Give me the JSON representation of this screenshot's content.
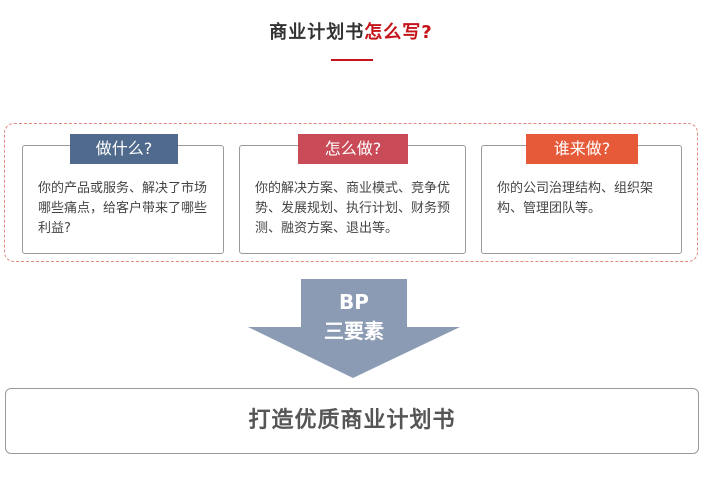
{
  "title": {
    "main": "商业计划书",
    "accent": "怎么写?"
  },
  "cards": [
    {
      "tag": "做什么?",
      "text": "你的产品或服务、解决了市场哪些痛点，给客户带来了哪些利益?"
    },
    {
      "tag": "怎么做?",
      "text": "你的解决方案、商业模式、竞争优势、发展规划、执行计划、财务预测、融资方案、退出等。"
    },
    {
      "tag": "谁来做?",
      "text": "你的公司治理结构、组织架构、管理团队等。"
    }
  ],
  "arrow": {
    "line1": "BP",
    "line2": "三要素"
  },
  "conclusion": "打造优质商业计划书",
  "colors": {
    "accent_red": "#c4141a",
    "tag_blue": "#4f6a8c",
    "tag_rose": "#c94b57",
    "tag_orange": "#e65a3a",
    "arrow": "#8a9bb3"
  }
}
